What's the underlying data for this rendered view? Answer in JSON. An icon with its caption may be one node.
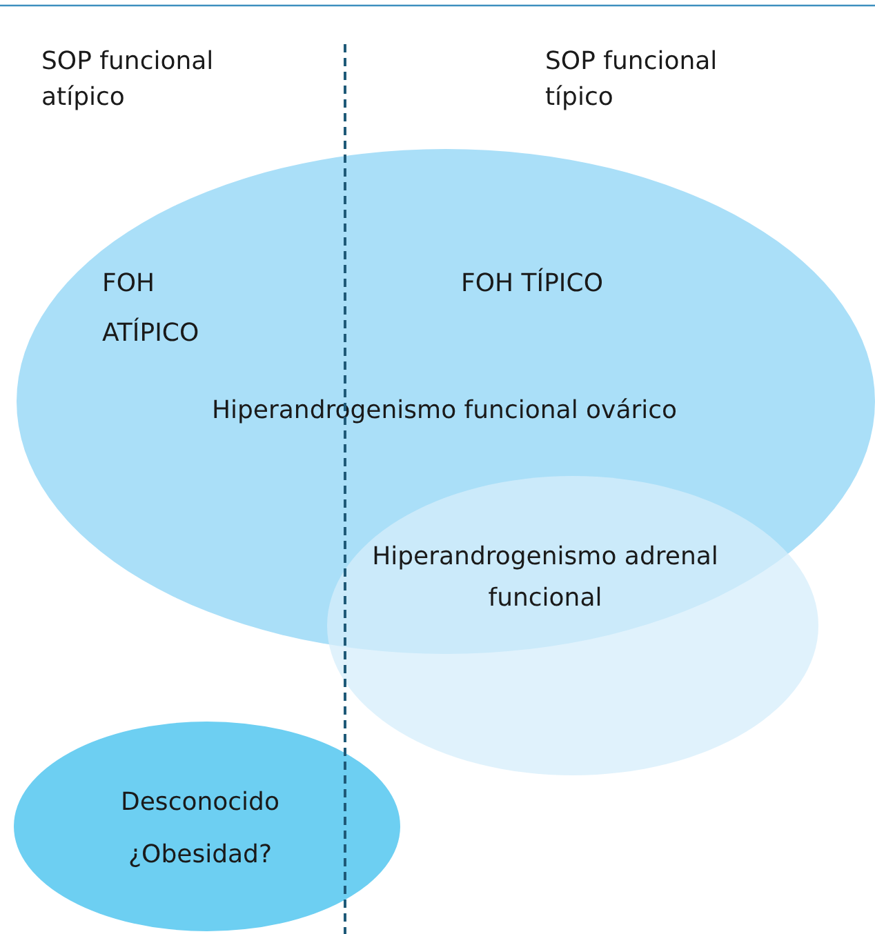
{
  "diagram": {
    "nodes": [
      {
        "text": [
          "FOH ATÍPICO",
          "FOH TÍPICO",
          "Hiperandrogenismo funcional ovárico"
        ]
      },
      {
        "text": [
          "Hiperandrogenismo adrenal funcional"
        ]
      },
      {
        "text": [
          "Desconocido ¿Obesidad?"
        ]
      }
    ],
    "edges": [],
    "labels": [
      "SOP funcional atípico",
      "SOP funcional típico"
    ]
  }
}
